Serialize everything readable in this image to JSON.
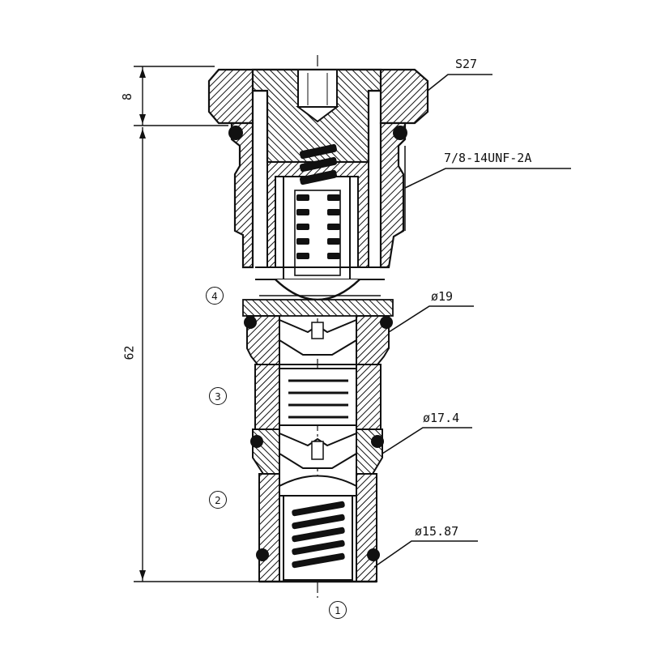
{
  "labels": {
    "hex_size": "S27",
    "thread": "7/8-14UNF-2A",
    "dia_1": "ø19",
    "dia_2": "ø17.4",
    "dia_3": "ø15.87"
  },
  "dimensions": {
    "top_height": "8",
    "total_height": "62"
  },
  "ports": {
    "p1": "1",
    "p2": "2",
    "p3": "3",
    "p4": "4"
  },
  "colors": {
    "line": "#111111",
    "background": "#ffffff"
  }
}
